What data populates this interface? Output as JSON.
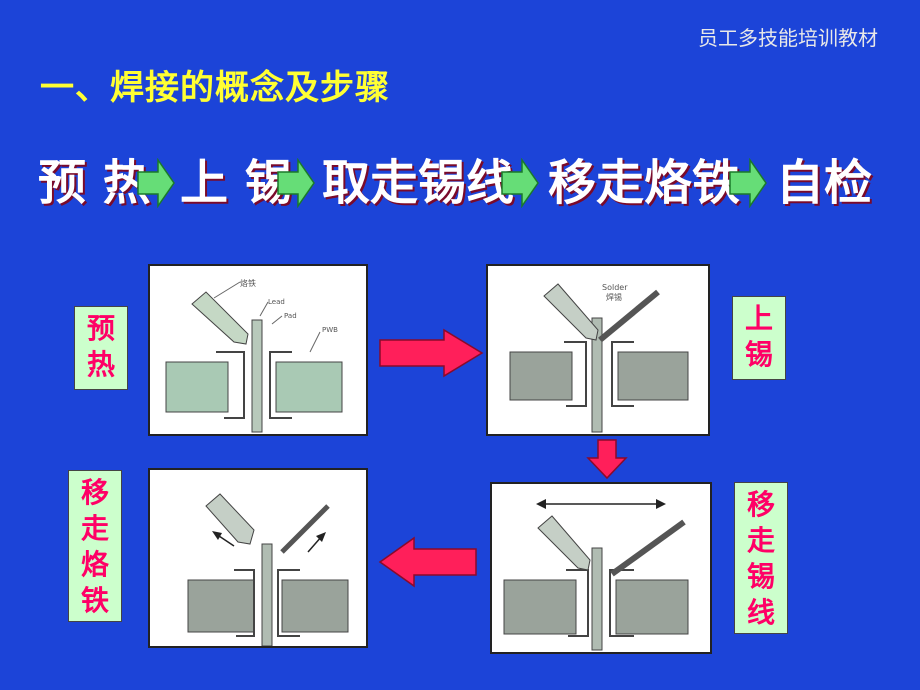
{
  "header": {
    "note": "员工多技能培训教材"
  },
  "title": "一、焊接的概念及步骤",
  "flow_steps": [
    "预 热",
    "上 锡",
    "取走锡线",
    "移走烙铁",
    "自检"
  ],
  "labels": {
    "preheat": [
      "预",
      "热"
    ],
    "add_solder": [
      "上",
      "锡"
    ],
    "remove_wire": [
      "移",
      "走",
      "锡",
      "线"
    ],
    "remove_iron": [
      "移",
      "走",
      "烙",
      "铁"
    ]
  },
  "photo_annotations": {
    "preheat": [
      "烙铁",
      "Lead",
      "Pad",
      "PWB"
    ],
    "add_solder": [
      "Solder",
      "焊锡"
    ]
  },
  "colors": {
    "background": "#1c44d8",
    "title": "#ffff33",
    "step_text": "#ffffff",
    "flow_arrow": "#66dd77",
    "label_bg": "#ccffcc",
    "label_text": "#ff0066",
    "process_arrow": "#ff1f5a"
  },
  "icons": [
    "flow-arrow-icon",
    "process-arrow-icon"
  ]
}
